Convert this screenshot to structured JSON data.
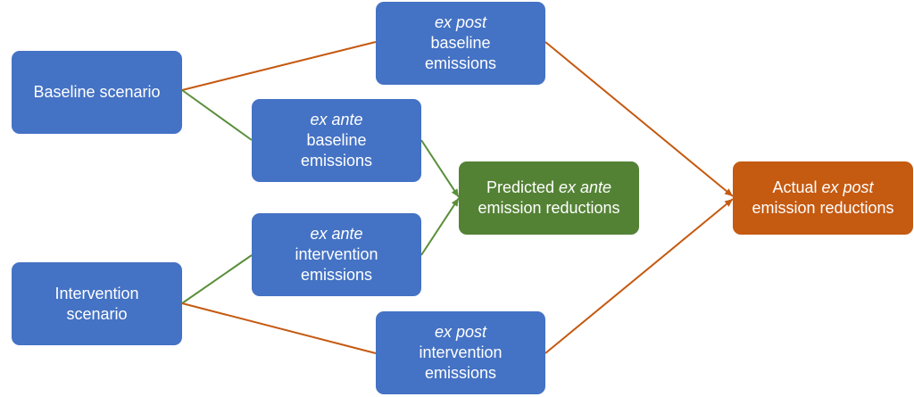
{
  "colors": {
    "node_blue": "#4472C4",
    "node_green": "#548235",
    "node_orange": "#C55A11",
    "connector_green": "#5A8F3A",
    "connector_orange": "#C55A11"
  },
  "nodes": {
    "baseline_scenario": {
      "line1": "Baseline scenario"
    },
    "intervention_scenario": {
      "line1": "Intervention",
      "line2": "scenario"
    },
    "expost_baseline": {
      "line1": "ex post",
      "line2": "baseline",
      "line3": "emissions"
    },
    "exante_baseline": {
      "line1": "ex ante",
      "line2": "baseline",
      "line3": "emissions"
    },
    "exante_intervention": {
      "line1": "ex ante",
      "line2": "intervention",
      "line3": "emissions"
    },
    "expost_intervention": {
      "line1": "ex post",
      "line2": "intervention",
      "line3": "emissions"
    },
    "predicted": {
      "word1": "Predicted",
      "italic": "ex ante",
      "line2": "emission reductions"
    },
    "actual": {
      "word1": "Actual",
      "italic": "ex post",
      "line2": "emission reductions"
    }
  },
  "edges": [
    {
      "from": "baseline_scenario",
      "to": "expost_baseline",
      "color": "orange",
      "arrow": false
    },
    {
      "from": "baseline_scenario",
      "to": "exante_baseline",
      "color": "green",
      "arrow": false
    },
    {
      "from": "intervention_scenario",
      "to": "exante_intervention",
      "color": "green",
      "arrow": false
    },
    {
      "from": "intervention_scenario",
      "to": "expost_intervention",
      "color": "orange",
      "arrow": false
    },
    {
      "from": "exante_baseline",
      "to": "predicted",
      "color": "green",
      "arrow": true
    },
    {
      "from": "exante_intervention",
      "to": "predicted",
      "color": "green",
      "arrow": true
    },
    {
      "from": "expost_baseline",
      "to": "actual",
      "color": "orange",
      "arrow": true
    },
    {
      "from": "expost_intervention",
      "to": "actual",
      "color": "orange",
      "arrow": true
    }
  ]
}
